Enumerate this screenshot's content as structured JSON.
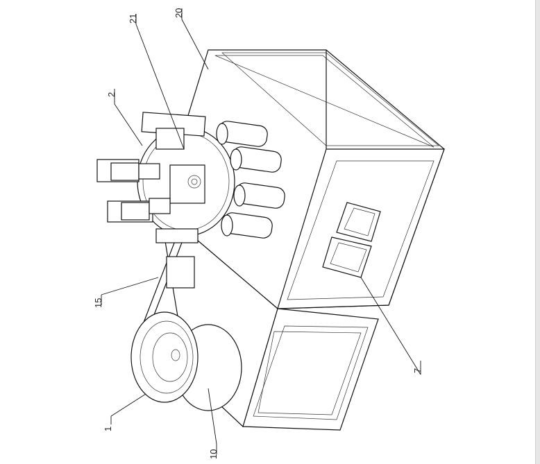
{
  "labels": {
    "l20": "20",
    "l21": "21",
    "l2": "2",
    "l15": "15",
    "l7": "7",
    "l1": "1",
    "l10": "10"
  }
}
